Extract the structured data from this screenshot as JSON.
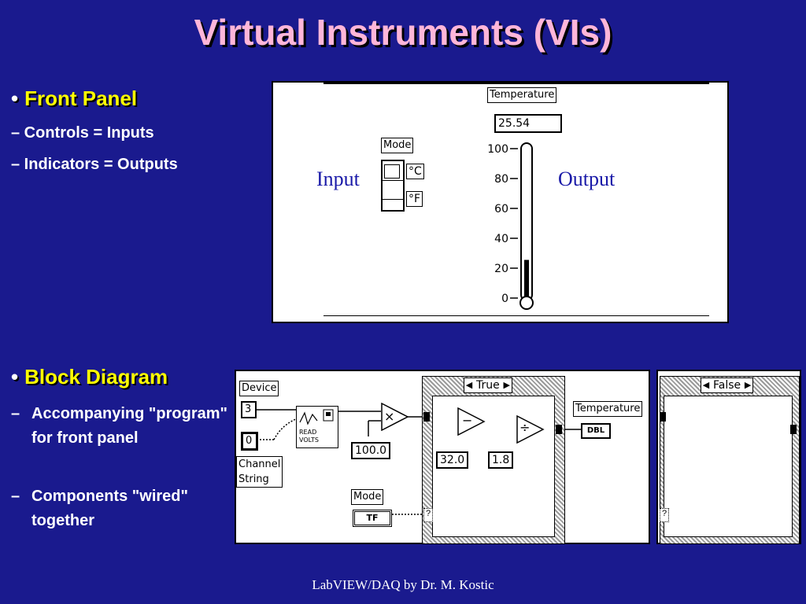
{
  "slide": {
    "title": "Virtual Instruments (VIs)",
    "footer": "LabVIEW/DAQ by Dr. M. Kostic"
  },
  "front_panel_section": {
    "bullet": "Front Panel",
    "items": [
      "– Controls = Inputs",
      "– Indicators = Outputs"
    ]
  },
  "block_diagram_section": {
    "bullet": "Block Diagram",
    "items": [
      "Accompanying \"program\" for front panel",
      "Components \"wired\" together"
    ],
    "dash": "–"
  },
  "front_panel": {
    "temperature_label": "Temperature",
    "temperature_value": "25.54",
    "mode_label": "Mode",
    "unit_c": "°C",
    "unit_f": "°F",
    "input_label": "Input",
    "output_label": "Output",
    "scale_ticks": [
      "100",
      "80",
      "60",
      "40",
      "20",
      "0"
    ],
    "thermometer_level": 25.54,
    "scale_max": 100
  },
  "block_diagram": {
    "device_label": "Device",
    "device_value": "3",
    "channel_value": "0",
    "channel_label_1": "Channel",
    "channel_label_2": "String",
    "read_volts_1": "READ",
    "read_volts_2": "VOLTS",
    "multiply_symbol": "×",
    "subtract_symbol": "−",
    "divide_symbol": "÷",
    "const_100": "100.0",
    "const_32": "32.0",
    "const_18": "1.8",
    "case_true": "True",
    "case_false": "False",
    "temperature_label": "Temperature",
    "dbl_type": "DBL",
    "mode_label": "Mode",
    "tf_type": "TF",
    "selector_q": "?"
  }
}
